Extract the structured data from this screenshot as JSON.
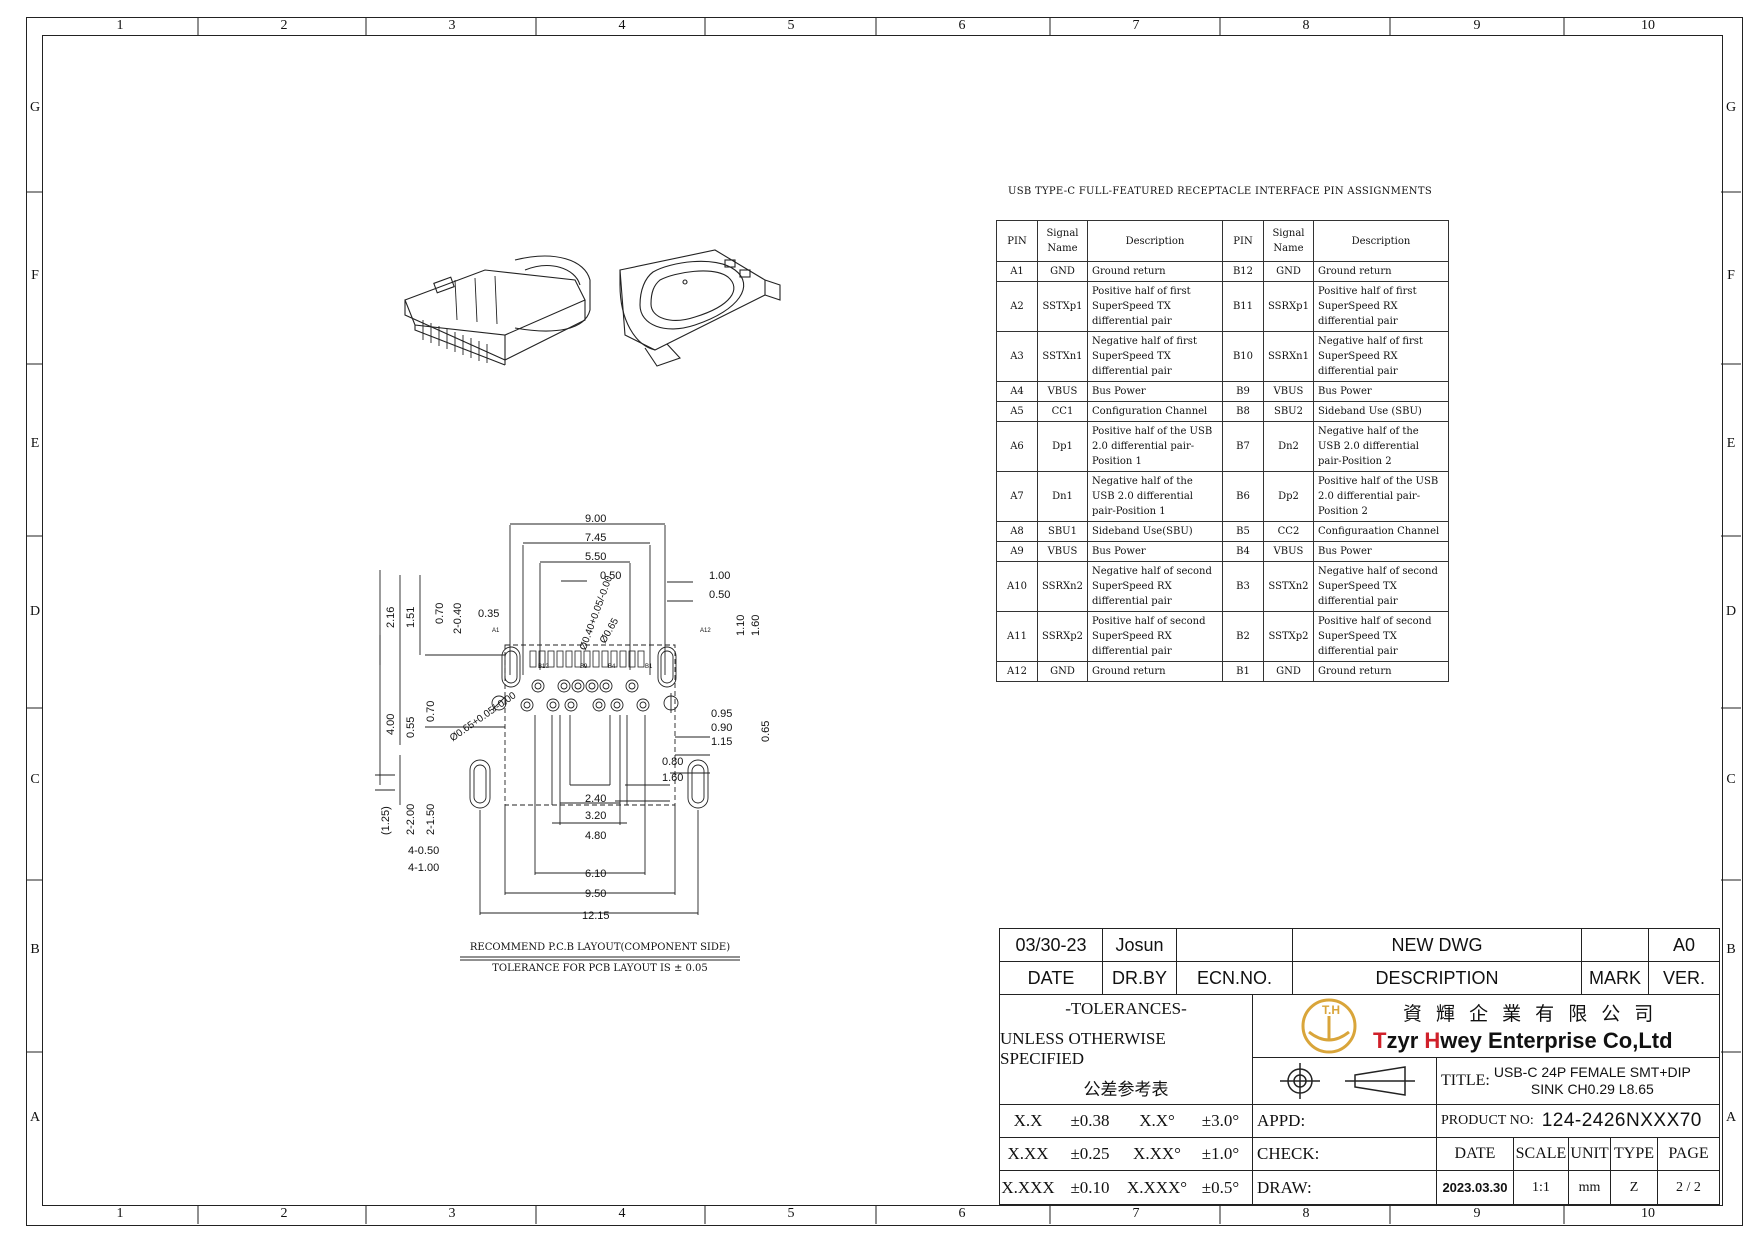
{
  "frame": {
    "columns": [
      "1",
      "2",
      "3",
      "4",
      "5",
      "6",
      "7",
      "8",
      "9",
      "10"
    ],
    "rows": [
      "G",
      "F",
      "E",
      "D",
      "C",
      "B",
      "A"
    ]
  },
  "pin_table": {
    "title": "USB TYPE-C FULL-FEATURED RECEPTACLE INTERFACE PIN ASSIGNMENTS",
    "headers": [
      "PIN",
      "Signal Name",
      "Description",
      "PIN",
      "Signal Name",
      "Description"
    ],
    "rows": [
      [
        "A1",
        "GND",
        "Ground return",
        "B12",
        "GND",
        "Ground return"
      ],
      [
        "A2",
        "SSTXp1",
        "Positive half of first SuperSpeed TX differential pair",
        "B11",
        "SSRXp1",
        "Positive half of first SuperSpeed RX differential pair"
      ],
      [
        "A3",
        "SSTXn1",
        "Negative half of first SuperSpeed TX differential pair",
        "B10",
        "SSRXn1",
        "Negative half of first SuperSpeed RX differential pair"
      ],
      [
        "A4",
        "VBUS",
        "Bus Power",
        "B9",
        "VBUS",
        "Bus Power"
      ],
      [
        "A5",
        "CC1",
        "Configuration Channel",
        "B8",
        "SBU2",
        "Sideband Use (SBU)"
      ],
      [
        "A6",
        "Dp1",
        "Positive half of the USB 2.0 differential pair-Position 1",
        "B7",
        "Dn2",
        "Negative half of the USB 2.0 differential pair-Position 2"
      ],
      [
        "A7",
        "Dn1",
        "Negative half of the USB 2.0 differential pair-Position 1",
        "B6",
        "Dp2",
        "Positive half of the USB 2.0 differential pair-Position 2"
      ],
      [
        "A8",
        "SBU1",
        "Sideband Use(SBU)",
        "B5",
        "CC2",
        "Configuraation Channel"
      ],
      [
        "A9",
        "VBUS",
        "Bus Power",
        "B4",
        "VBUS",
        "Bus Power"
      ],
      [
        "A10",
        "SSRXn2",
        "Negative half of second SuperSpeed RX differential pair",
        "B3",
        "SSTXn2",
        "Negative half of second SuperSpeed TX differential pair"
      ],
      [
        "A11",
        "SSRXp2",
        "Positive half of second SuperSpeed RX differential pair",
        "B2",
        "SSTXp2",
        "Positive half of second SuperSpeed TX differential pair"
      ],
      [
        "A12",
        "GND",
        "Ground return",
        "B1",
        "GND",
        "Ground return"
      ]
    ]
  },
  "pcb_layout": {
    "note": "RECOMMEND P.C.B LAYOUT(COMPONENT SIDE)",
    "tolerance_note": "TOLERANCE FOR PCB LAYOUT IS ± 0.05",
    "dims_top": [
      "9.00",
      "7.45",
      "5.50",
      "0.50",
      "1.00",
      "0.50"
    ],
    "dims_left": [
      "2.16",
      "1.51",
      "0.70",
      "2-0.40",
      "0.35",
      "4.00",
      "0.55",
      "0.70",
      "(1.25)",
      "2-2.00",
      "2-1.50",
      "4-0.50",
      "4-1.00"
    ],
    "dims_right": [
      "1.60",
      "1.10",
      "0.95",
      "0.90",
      "1.15",
      "0.65",
      "0.80",
      "1.60"
    ],
    "dims_bottom": [
      "2.40",
      "3.20",
      "4.80",
      "6.10",
      "9.50",
      "12.15"
    ],
    "hole_labels": [
      "Ø0.40+0.05/-0.00",
      "Ø0.65",
      "Ø0.65+0.05/-0.00"
    ],
    "pin_labels": [
      "A1",
      "A12",
      "B12",
      "B1",
      "B9",
      "B4"
    ]
  },
  "title_block": {
    "date_value": "03/30-23",
    "drby_value": "Josun",
    "ecn_value": "",
    "description_value": "NEW DWG",
    "mark_value": "",
    "ver_value": "A0",
    "date_label": "DATE",
    "drby_label": "DR.BY",
    "ecn_label": "ECN.NO.",
    "description_label": "DESCRIPTION",
    "mark_label": "MARK",
    "ver_label": "VER.",
    "tolerances_title": "-TOLERANCES-",
    "tolerances_sub": "UNLESS OTHERWISE SPECIFIED",
    "tolerances_cn": "公差参考表",
    "company_cn": "資 輝 企 業 有 限 公 司",
    "company_logo_text": "T.H",
    "company_en_t": "T",
    "company_en_zyr": "zyr ",
    "company_en_h": "H",
    "company_en_rest": "wey Enterprise Co,Ltd",
    "title_label": "TITLE:",
    "title_line1": "USB-C 24P FEMALE SMT+DIP",
    "title_line2": "SINK CH0.29 L8.65",
    "tol_rows": [
      [
        "X.X",
        "±0.38",
        "X.X°",
        "±3.0°"
      ],
      [
        "X.XX",
        "±0.25",
        "X.XX°",
        "±1.0°"
      ],
      [
        "X.XXX",
        "±0.10",
        "X.XXX°",
        "±0.5°"
      ]
    ],
    "appd_label": "APPD:",
    "check_label": "CHECK:",
    "draw_label": "DRAW:",
    "product_no_label": "PRODUCT NO:",
    "product_no": "124-2426NXXX70",
    "col_headers": [
      "DATE",
      "SCALE",
      "UNIT",
      "TYPE",
      "PAGE"
    ],
    "col_values": [
      "2023.03.30",
      "1:1",
      "mm",
      "Z",
      "2 / 2"
    ]
  },
  "colors": {
    "line": "#222222",
    "logo_gold": "#d9a53a",
    "brand_red": "#d0202a"
  }
}
